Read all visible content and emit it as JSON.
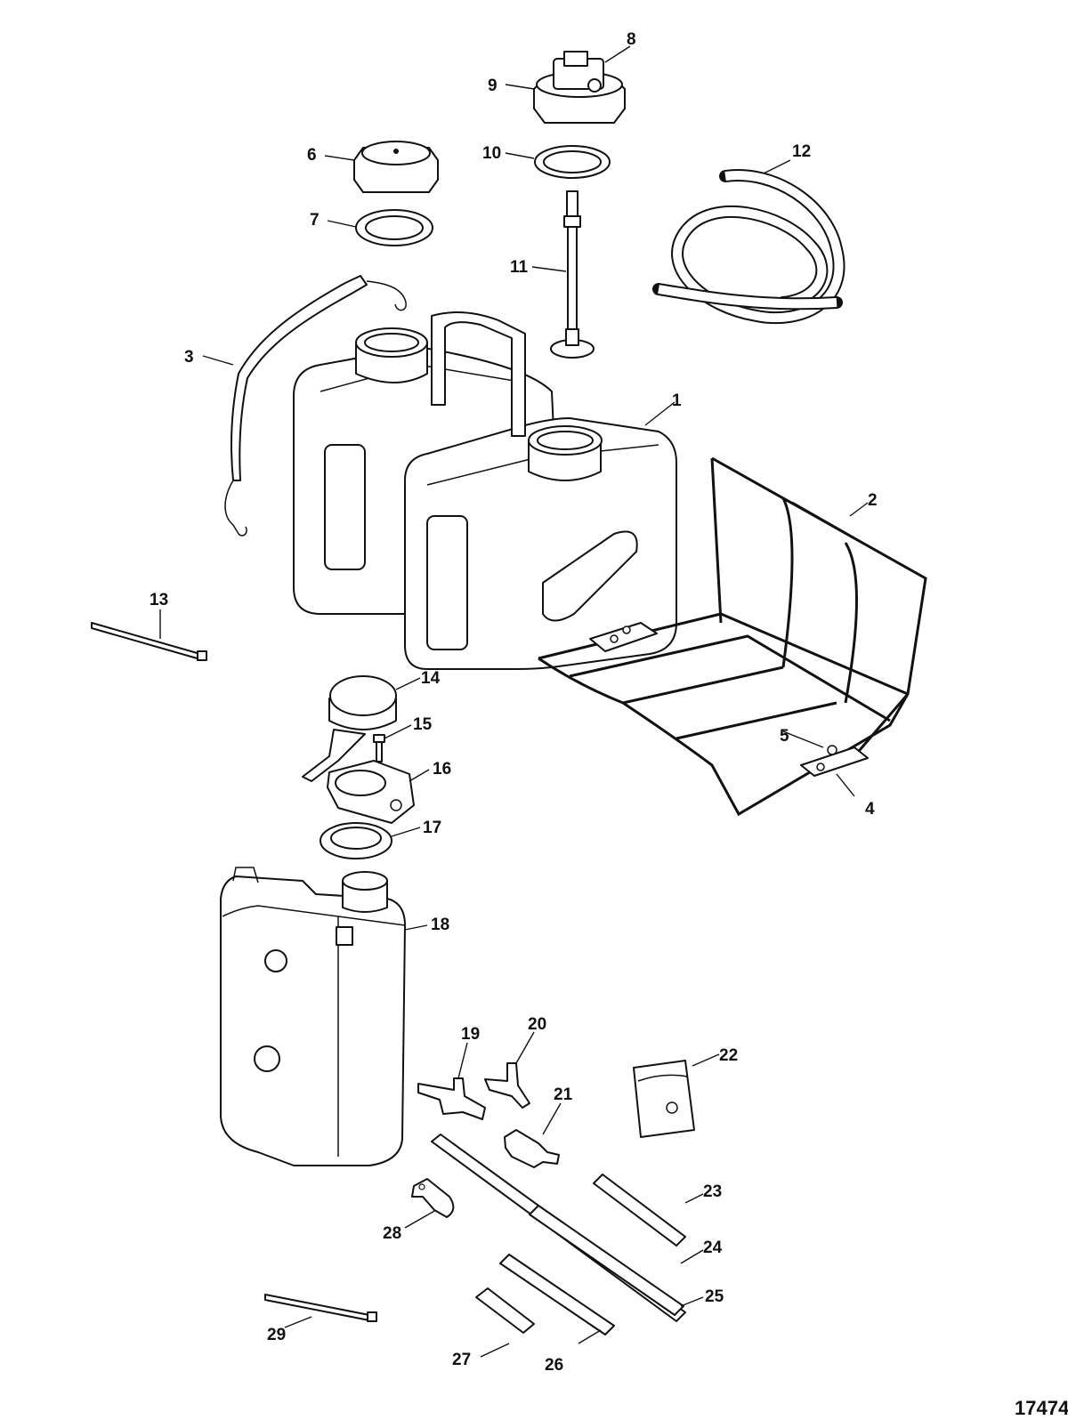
{
  "figure_number": "17474",
  "callouts": [
    {
      "label": "1"
    },
    {
      "label": "2"
    },
    {
      "label": "3"
    },
    {
      "label": "4"
    },
    {
      "label": "5"
    },
    {
      "label": "6"
    },
    {
      "label": "7"
    },
    {
      "label": "8"
    },
    {
      "label": "9"
    },
    {
      "label": "10"
    },
    {
      "label": "11"
    },
    {
      "label": "12"
    },
    {
      "label": "13"
    },
    {
      "label": "14"
    },
    {
      "label": "15"
    },
    {
      "label": "16"
    },
    {
      "label": "17"
    },
    {
      "label": "18"
    },
    {
      "label": "19"
    },
    {
      "label": "20"
    },
    {
      "label": "21"
    },
    {
      "label": "22"
    },
    {
      "label": "23"
    },
    {
      "label": "24"
    },
    {
      "label": "25"
    },
    {
      "label": "26"
    },
    {
      "label": "27"
    },
    {
      "label": "28"
    },
    {
      "label": "29"
    }
  ]
}
